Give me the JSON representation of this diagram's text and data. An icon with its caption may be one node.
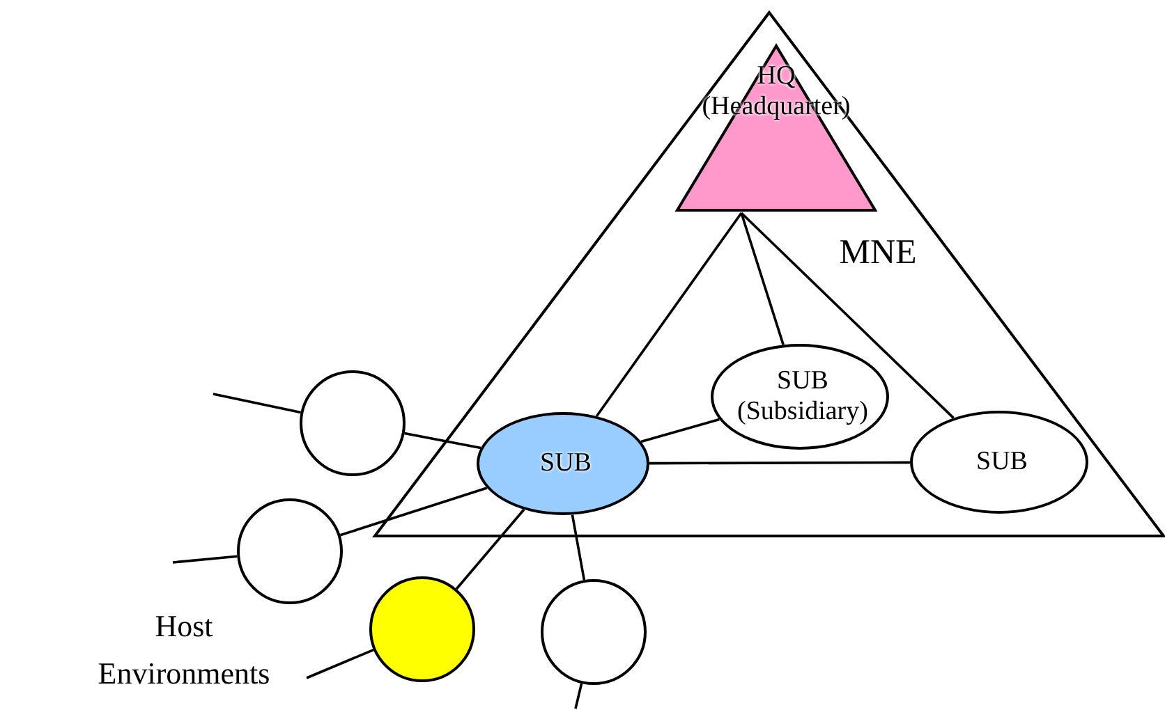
{
  "diagram": {
    "nodes": [
      {
        "text": [
          "MNE"
        ]
      },
      {
        "text": [
          "HQ (Headquarter)"
        ],
        "in": 0
      },
      {
        "text": [
          "SUB"
        ],
        "in": 0
      },
      {
        "text": [
          "SUB (Subsidiary)"
        ],
        "in": 0
      },
      {
        "text": [
          "SUB"
        ],
        "in": 0
      },
      {
        "text": [],
        "shape": "circle"
      },
      {
        "text": [],
        "shape": "circle"
      },
      {
        "text": [],
        "shape": "circle"
      },
      {
        "text": [],
        "shape": "circle"
      }
    ],
    "edges": [
      {
        "from": 1,
        "to": 2,
        "arrow": "none"
      },
      {
        "from": 1,
        "to": 3,
        "arrow": "none"
      },
      {
        "from": 1,
        "to": 4,
        "arrow": "none"
      },
      {
        "from": 2,
        "to": 3,
        "arrow": "none"
      },
      {
        "from": 2,
        "to": 4,
        "arrow": "none"
      },
      {
        "from": 5,
        "to": 2,
        "arrow": "none"
      },
      {
        "from": 6,
        "to": 2,
        "arrow": "none"
      },
      {
        "from": 7,
        "to": 2,
        "arrow": "none"
      },
      {
        "from": 8,
        "to": 2,
        "arrow": "none"
      },
      {
        "from": null,
        "to": 5,
        "arrow": "none"
      },
      {
        "from": null,
        "to": 6,
        "arrow": "none"
      },
      {
        "from": null,
        "to": 7,
        "arrow": "none"
      },
      {
        "from": null,
        "to": 8,
        "arrow": "none"
      }
    ],
    "labels": [
      "Host Environments"
    ]
  }
}
